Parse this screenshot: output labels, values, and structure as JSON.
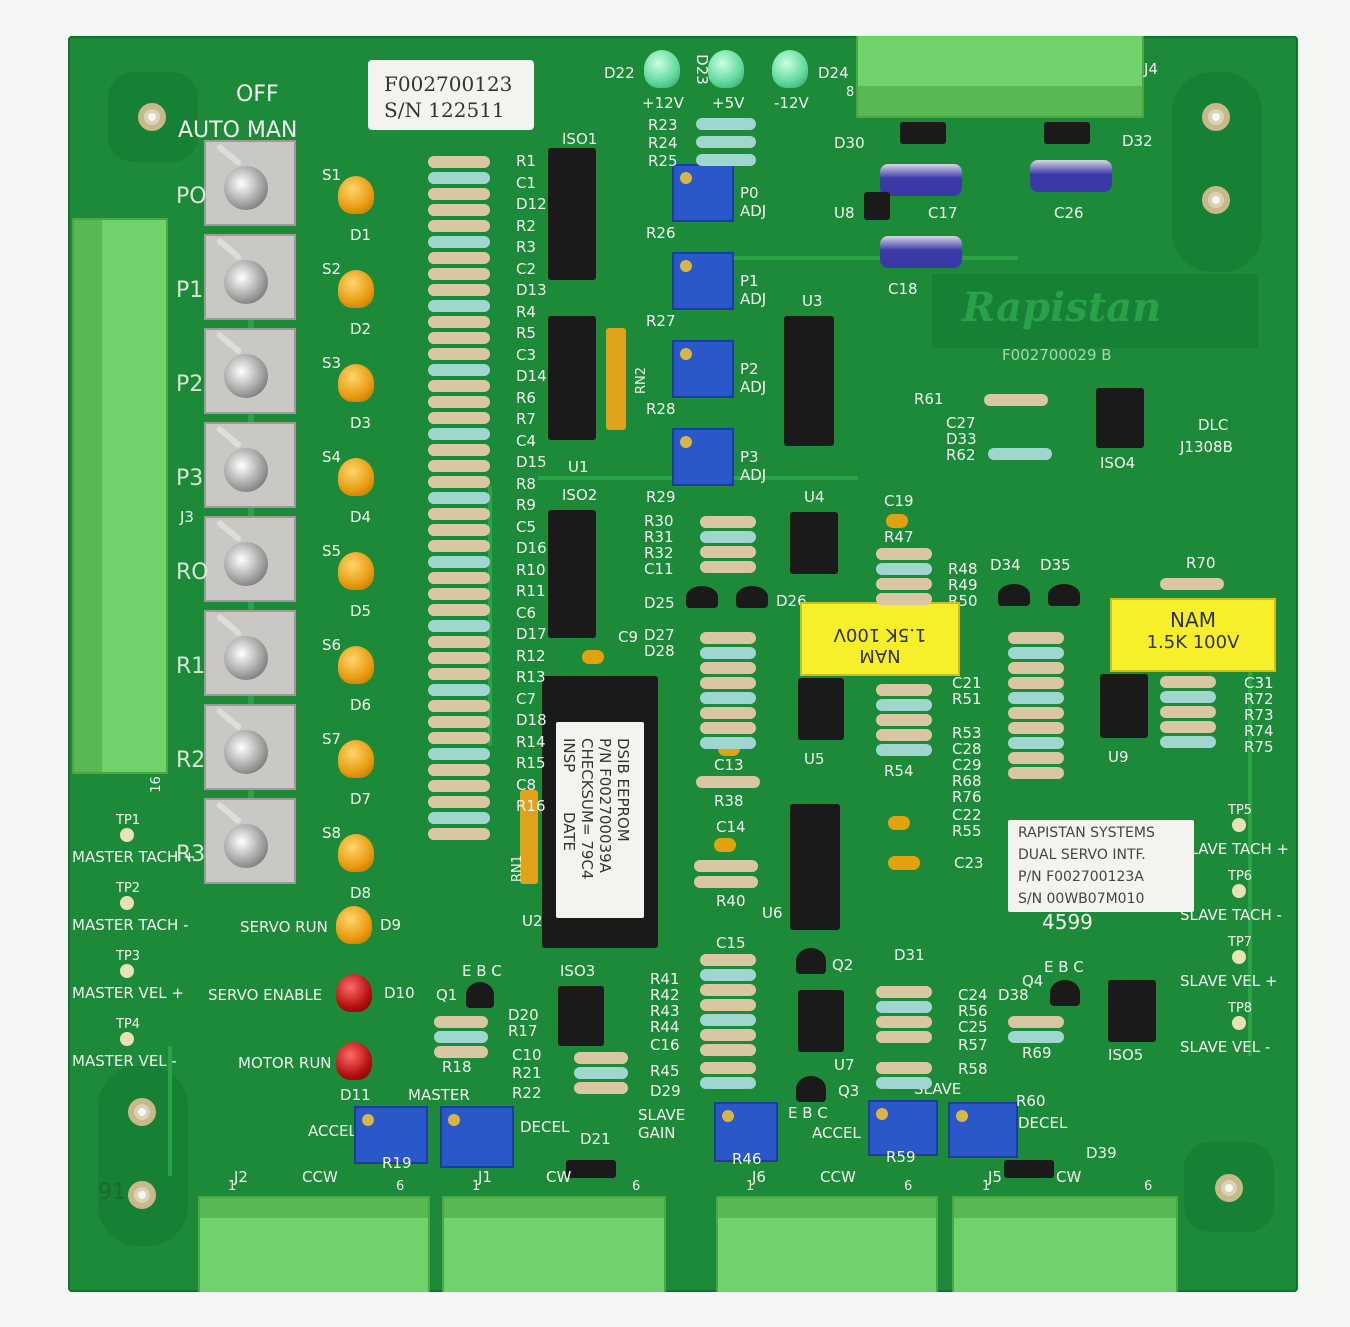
{
  "colors": {
    "pcb_green": "#1d8a3a",
    "silkscreen": "#f2f7ef",
    "terminal_green": "#6fd26a"
  },
  "sticker_top": {
    "line1": "F002700123",
    "line2": "S/N 122511"
  },
  "switch_labels": {
    "off": "OFF",
    "auto_man": "AUTO MAN"
  },
  "led_top": [
    {
      "id": "D22",
      "voltage": "+12V"
    },
    {
      "id": "D23",
      "voltage": "+5V"
    },
    {
      "id": "D24",
      "voltage": "-12V"
    }
  ],
  "brand": {
    "logo": "Rapistan",
    "part": "F002700029 B"
  },
  "dlc": {
    "mark": "DLC",
    "code": "J1308B"
  },
  "switches": [
    "S1",
    "S2",
    "S3",
    "S4",
    "S5",
    "S6",
    "S7",
    "S8"
  ],
  "switch_stub_labels": [
    "PO",
    "P1",
    "P2",
    "P3",
    "RO",
    "R1",
    "R2",
    "R3"
  ],
  "leds_left": [
    "D1",
    "D2",
    "D3",
    "D4",
    "D5",
    "D6",
    "D7",
    "D8"
  ],
  "left_resistors": [
    "R1",
    "C1",
    "D12",
    "R2",
    "R3",
    "C2",
    "D13",
    "R4",
    "R5",
    "C3",
    "D14",
    "R6",
    "R7",
    "C4",
    "D15",
    "R8",
    "R9",
    "C5",
    "D16",
    "R10",
    "R11",
    "C6",
    "D17",
    "R12",
    "R13",
    "C7",
    "D18",
    "R14",
    "R15",
    "C8",
    "R16"
  ],
  "ics": {
    "iso1": "ISO1",
    "iso2": "ISO2",
    "iso3": "ISO3",
    "iso4": "ISO4",
    "iso5": "ISO5",
    "u1": "U1",
    "u2": "U2",
    "u3": "U3",
    "u4": "U4",
    "u5": "U5",
    "u6": "U6",
    "u7": "U7",
    "u8": "U8",
    "u9": "U9",
    "rn1": "RN1",
    "rn2": "RN2"
  },
  "pots": [
    {
      "id": "P0",
      "adj": "ADJ",
      "r": "R26"
    },
    {
      "id": "P1",
      "adj": "ADJ",
      "r": "R27"
    },
    {
      "id": "P2",
      "adj": "ADJ",
      "r": "R28"
    },
    {
      "id": "P3",
      "adj": "ADJ",
      "r": "R29"
    }
  ],
  "eeprom": {
    "l1": "DSIB EEPROM",
    "l2": "P/N F002700039A",
    "l3": "CHECKSUM= 79C4",
    "l4": "INSP",
    "l5": "DATE"
  },
  "yellow_caps": [
    {
      "brand": "NAM",
      "value": "1.5K 100V"
    },
    {
      "brand": "NAM",
      "value": "1.5K 100V"
    }
  ],
  "sticker_right": {
    "l1": "RAPISTAN SYSTEMS",
    "l2": "DUAL SERVO INTF.",
    "l3": "P/N F002700123A",
    "l4": "S/N 00WB07M010",
    "num": "4599"
  },
  "test_points_left": [
    {
      "tp": "TP1",
      "label": "MASTER TACH +"
    },
    {
      "tp": "TP2",
      "label": "MASTER TACH -"
    },
    {
      "tp": "TP3",
      "label": "MASTER VEL +"
    },
    {
      "tp": "TP4",
      "label": "MASTER VEL -"
    }
  ],
  "test_points_right": [
    {
      "tp": "TP5",
      "label": "SLAVE TACH +"
    },
    {
      "tp": "TP6",
      "label": "SLAVE TACH -"
    },
    {
      "tp": "TP7",
      "label": "SLAVE VEL +"
    },
    {
      "tp": "TP8",
      "label": "SLAVE VEL -"
    }
  ],
  "status_leds": [
    {
      "label": "SERVO RUN",
      "id": "D9"
    },
    {
      "label": "SERVO ENABLE",
      "id": "D10"
    },
    {
      "label": "MOTOR RUN",
      "id": "D11"
    }
  ],
  "bottom_pots": [
    {
      "label": "ACCEL",
      "r": "R19",
      "group": "MASTER"
    },
    {
      "label": "DECEL",
      "r": "",
      "group": "MASTER"
    },
    {
      "label": "SLAVE GAIN",
      "r": "R46",
      "group": ""
    },
    {
      "label": "ACCEL",
      "r": "R59",
      "group": "SLAVE"
    },
    {
      "label": "DECEL",
      "r": "R60",
      "group": "SLAVE"
    }
  ],
  "connectors": [
    {
      "id": "J2",
      "dir": "CCW",
      "p1": "1",
      "p6": "6"
    },
    {
      "id": "J1",
      "dir": "CW",
      "p1": "1",
      "p6": "6"
    },
    {
      "id": "J6",
      "dir": "CCW",
      "p1": "1",
      "p6": "6"
    },
    {
      "id": "J5",
      "dir": "CW",
      "p1": "1",
      "p6": "6"
    }
  ],
  "misc": {
    "j3": "J3",
    "j4": "J4",
    "pin16": "16",
    "pin8": "8",
    "d21": "D21",
    "d39": "D39",
    "q1": "Q1",
    "q2": "Q2",
    "q3": "Q3",
    "q4": "Q4",
    "ebc": "E B C",
    "d30": "D30",
    "d32": "D32",
    "c17": "C17",
    "c26": "C26",
    "c18": "C18",
    "r61": "R61",
    "c27": "C27",
    "d33": "D33",
    "r62": "R62",
    "d34": "D34",
    "d35": "D35",
    "r70": "R70",
    "c19": "C19",
    "r47": "R47",
    "c13": "C13",
    "r38": "R38",
    "c14": "C14",
    "r40": "R40",
    "c15": "C15",
    "d31": "D31",
    "r54": "R54",
    "r69": "R69",
    "d38": "D38",
    "c9": "C9",
    "d25": "D25",
    "d26": "D26",
    "d27": "D27",
    "d28": "D28",
    "d20": "D20",
    "r17": "R17",
    "r18": "R18",
    "c10": "C10",
    "r21": "R21",
    "r22": "R22",
    "r45": "R45",
    "d29": "D29",
    "r58": "R58",
    "c16": "C16",
    "c22": "C22",
    "r55": "R55",
    "c23": "C23",
    "mark91": "91"
  }
}
